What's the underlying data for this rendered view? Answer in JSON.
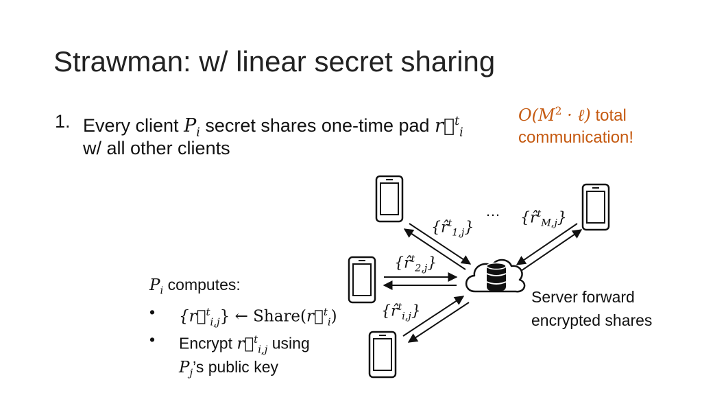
{
  "slide": {
    "title": "Strawman: w/ linear secret sharing"
  },
  "step1": {
    "number": "1.",
    "text_a": "Every client ",
    "var_P": "P",
    "var_i": "i",
    "text_b": " secret shares one-time pad ",
    "var_r": "r⃗",
    "sup_t": "t",
    "line2": "w/ all other clients"
  },
  "note": {
    "big_o": "O(M",
    "sq": "2",
    "ell": " · ℓ)",
    "text": " total",
    "line2": "communication!"
  },
  "computes": {
    "head_var": "P",
    "head_sub": "i",
    "head_text": " computes:",
    "bullet": "•",
    "share_lhs": "{r⃗",
    "share_sup": "t",
    "share_sub": "i,j",
    "share_mid": "} ← ",
    "share_fn": "Share(",
    "share_r": "r⃗",
    "share_r_sup": "t",
    "share_r_sub": "i",
    "share_close": ")",
    "encrypt_a": "Encrypt ",
    "encrypt_r": "r⃗",
    "encrypt_sup": "t",
    "encrypt_sub": "i,j",
    "encrypt_b": " using",
    "pk_var": "P",
    "pk_sub": "j",
    "pk_text": "’s public key"
  },
  "server": {
    "line1": "Server forward",
    "line2": "encrypted shares"
  },
  "diagram": {
    "ellipsis": "…",
    "labels": [
      {
        "base": "{r̂",
        "sup": "t",
        "sub": "1,j",
        "close": "}"
      },
      {
        "base": "{r̂",
        "sup": "t",
        "sub": "2,j",
        "close": "}"
      },
      {
        "base": "{r̂",
        "sup": "t",
        "sub": "i,j",
        "close": "}"
      },
      {
        "base": "{r̂",
        "sup": "t",
        "sub": "M,j",
        "close": "}"
      }
    ]
  },
  "colors": {
    "accent": "#c55a11",
    "ink": "#111111"
  }
}
